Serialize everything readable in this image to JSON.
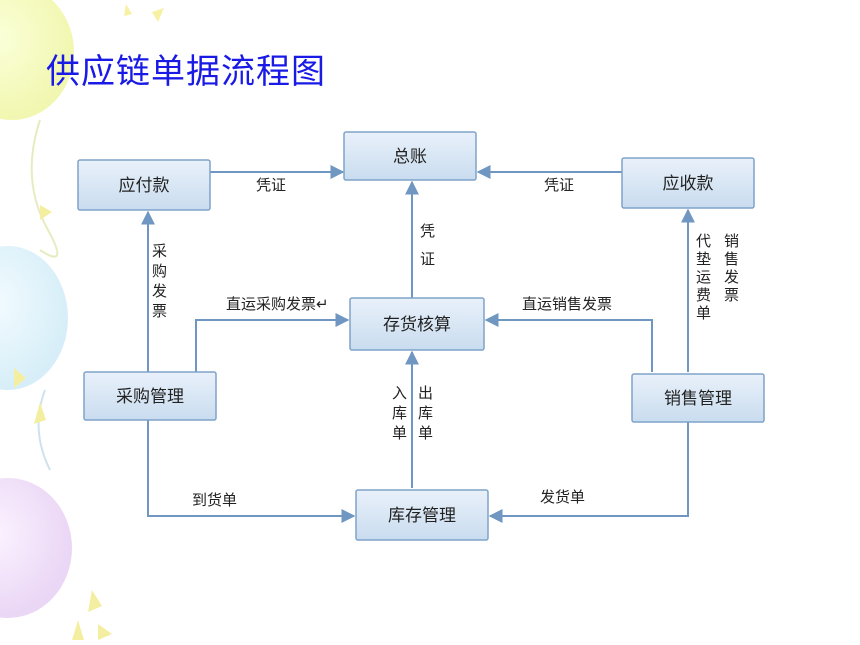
{
  "title": "供应链单据流程图",
  "nodes": {
    "ledger": "总账",
    "payable": "应付款",
    "receivable": "应收款",
    "inventory_accounting": "存货核算",
    "purchase": "采购管理",
    "sales": "销售管理",
    "stock": "库存管理"
  },
  "edge_labels": {
    "payable_to_ledger": "凭证",
    "receivable_to_ledger": "凭证",
    "inventory_to_ledger": "凭证",
    "purchase_to_payable": "采购发票",
    "purchase_to_inventory": "直运采购发票↵",
    "sales_to_inventory": "直运销售发票",
    "sales_to_receivable_invoice": "销售发票",
    "sales_to_receivable_freight": "代垫运费单",
    "stock_in": "入库单",
    "stock_out": "出库单",
    "purchase_to_stock": "到货单",
    "sales_to_stock": "发货单"
  }
}
